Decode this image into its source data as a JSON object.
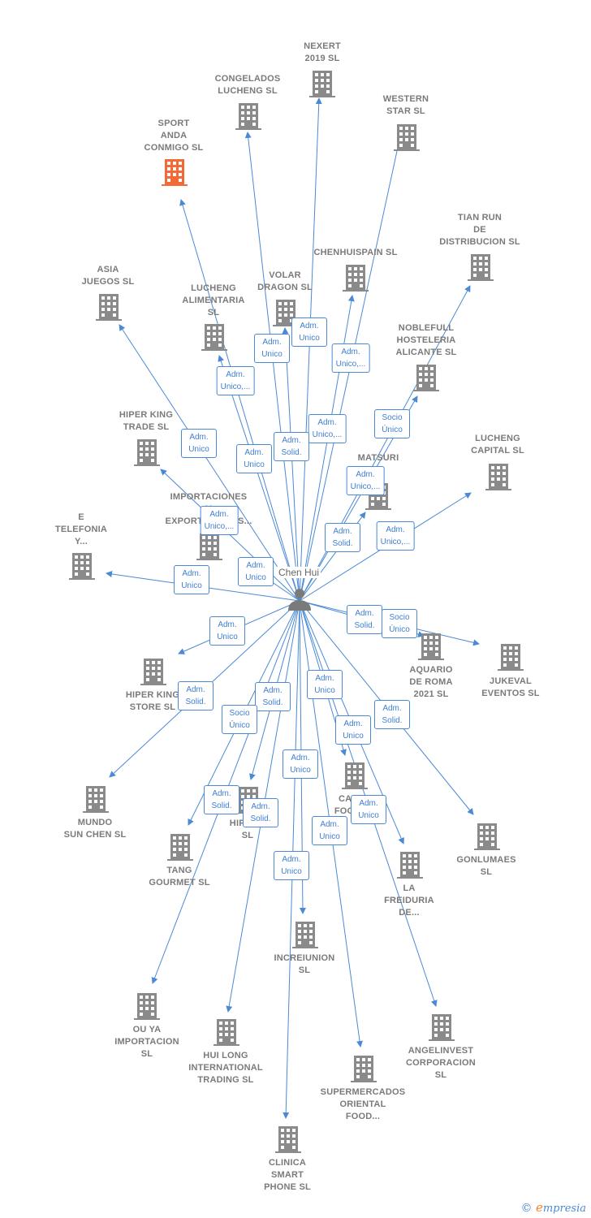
{
  "center": {
    "name": "Chen Hui"
  },
  "colors": {
    "edge": "#4a89d6",
    "building": "#8a8a8a",
    "highlight": "#f26a35",
    "text": "#7a7a7a"
  },
  "nodes": [
    {
      "label": "NEXERT\n2019  SL"
    },
    {
      "label": "CONGELADOS\nLUCHENG  SL"
    },
    {
      "label": "WESTERN\nSTAR SL"
    },
    {
      "label": "SPORT\nANDA\nCONMIGO  SL",
      "highlight": true
    },
    {
      "label": "TIAN RUN\nDE\nDISTRIBUCION SL"
    },
    {
      "label": "CHENHUISPAIN SL"
    },
    {
      "label": "VOLAR\nDRAGON SL"
    },
    {
      "label": "ASIA\nJUEGOS  SL"
    },
    {
      "label": "LUCHENG\nALIMENTARIA\nSL"
    },
    {
      "label": "NOBLEFULL\nHOSTELERIA\nALICANTE  SL"
    },
    {
      "label": "HIPER KING\nTRADE  SL"
    },
    {
      "label": "MATSURI\nSL"
    },
    {
      "label": "LUCHENG\nCAPITAL  SL"
    },
    {
      "label": "IMPORTACIONES\nY\nEXPORTACIONES..."
    },
    {
      "label": "E\nTELEFONIA\nY..."
    },
    {
      "label": "AQUARIO\nDE ROMA\n2021  SL"
    },
    {
      "label": "JUKEVAL\nEVENTOS  SL"
    },
    {
      "label": "HIPER KING\nSTORE SL"
    },
    {
      "label": "MUNDO\nSUN CHEN SL"
    },
    {
      "label": "CARE\nFOOD..."
    },
    {
      "label": "HIPER...\nSL"
    },
    {
      "label": "TANG\nGOURMET  SL"
    },
    {
      "label": "GONLUMAES\nSL"
    },
    {
      "label": "LA\nFREIDURIA\nDE..."
    },
    {
      "label": "INCREIUNION\nSL"
    },
    {
      "label": "OU YA\nIMPORTACION\nSL"
    },
    {
      "label": "HUI LONG\nINTERNATIONAL\nTRADING  SL"
    },
    {
      "label": "ANGELINVEST\nCORPORACION\nSL"
    },
    {
      "label": "SUPERMERCADOS\nORIENTAL\nFOOD..."
    },
    {
      "label": "CLINICA\nSMART\nPHONE  SL"
    }
  ],
  "edge_labels": [
    "Adm.\nUnico",
    "Adm.\nUnico",
    "Adm.\nUnico,...",
    "Adm.\nUnico,...",
    "Socio\nÚnico",
    "Adm.\nUnico,...",
    "Adm.\nSolid.",
    "Adm.\nUnico",
    "Adm.\nUnico",
    "Adm.\nUnico,...",
    "Adm.\nUnico,...",
    "Adm.\nSolid.",
    "Adm.\nUnico,...",
    "Adm.\nUnico",
    "Adm.\nUnico",
    "Adm.\nSolid.",
    "Socio\nÚnico",
    "Adm.\nUnico",
    "Adm.\nSolid.",
    "Adm.\nUnico",
    "Adm.\nSolid.",
    "Socio\nÚnico",
    "Adm.\nSolid.",
    "Adm.\nUnico",
    "Adm.\nUnico",
    "Adm.\nSolid.",
    "Adm.\nSolid.",
    "Adm.\nUnico",
    "Adm.\nUnico",
    "Adm.\nUnico"
  ],
  "footer": {
    "copyright": "©",
    "brand_initial": "e",
    "brand_rest": "mpresia"
  }
}
